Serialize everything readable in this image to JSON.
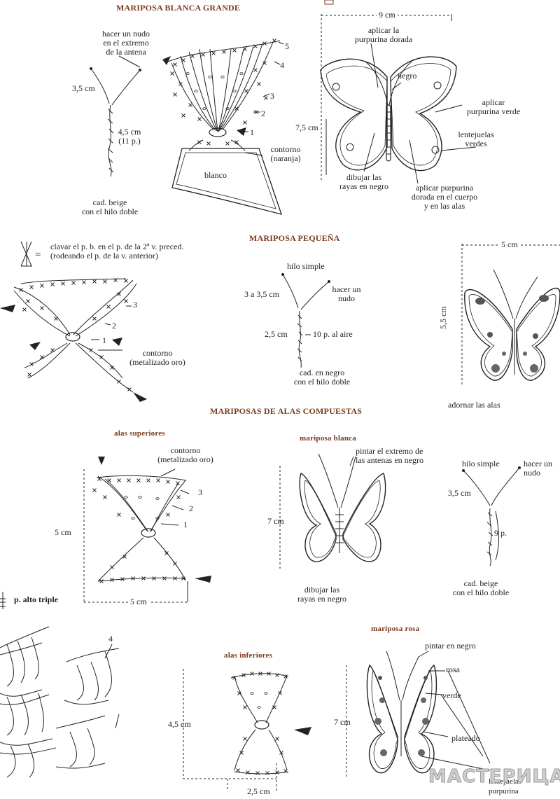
{
  "sections": {
    "grande": "MARIPOSA BLANCA GRANDE",
    "pequena": "MARIPOSA PEQUEÑA",
    "compuestas": "MARIPOSAS DE ALAS COMPUESTAS",
    "alas_superiores": "alas superiores",
    "mariposa_blanca": "mariposa blanca",
    "alas_inferiores": "alas inferiores",
    "mariposa_rosa": "mariposa rosa"
  },
  "grande": {
    "antenna_note": "hacer un nudo\nen el extremo\nde la antena",
    "antenna_len": "3,5 cm",
    "body_len": "4,5 cm\n(11 p.)",
    "chain": "cad. beige\ncon el hilo doble",
    "rows": [
      "1",
      "2",
      "3",
      "4",
      "5"
    ],
    "fill_label": "blanco",
    "outline": "contorno\n(naranja)",
    "width": "9 cm",
    "height": "7,5 cm",
    "glitter_gold": "aplicar la\npurpurina dorada",
    "black": "negro",
    "glitter_green": "aplicar\npurpurina verde",
    "sequins": "lentejuelas\nverdes",
    "stripes": "dibujar las\nrayas en negro",
    "body_glitter": "aplicar purpurina\ndorada en el cuerpo\ny en las alas"
  },
  "legend": {
    "symbol_text": "clavar el p. b. en el p. de la 2ª v. preced.\n(rodeando el p. de la v. anterior)",
    "triple": "p. alto triple"
  },
  "pequena": {
    "rows": [
      "1",
      "2",
      "3"
    ],
    "outline": "contorno\n(metalizado oro)",
    "thread": "hilo simple",
    "knot": "hacer un\nnudo",
    "antenna_len": "3 a 3,5 cm",
    "body_len": "2,5 cm",
    "chain_count": "10 p. al aire",
    "chain": "cad. en negro\ncon el hilo doble",
    "width": "5 cm",
    "height": "5,5 cm",
    "adorn": "adornar las alas"
  },
  "compuestas": {
    "sup_outline": "contorno\n(metalizado oro)",
    "sup_rows": [
      "1",
      "2",
      "3"
    ],
    "sup_height": "5 cm",
    "sup_width": "5 cm",
    "white_tip": "pintar el extremo de\nlas antenas en negro",
    "white_height": "7 cm",
    "white_stripes": "dibujar las\nrayas en negro",
    "thread": "hilo simple",
    "knot": "hacer un\nnudo",
    "antenna_len": "3,5 cm",
    "chain_count": "9 p.",
    "chain": "cad. beige\ncon el hilo doble",
    "inf_height": "4,5 cm",
    "inf_width": "2,5 cm",
    "step_num": "4",
    "rosa_paint": "pintar en negro",
    "rosa": "rosa",
    "verde": "verde",
    "plateado": "plateado",
    "rosa_height": "7 cm",
    "rosa_sequins": "lentejuelas",
    "rosa_glitter": "purpurina"
  },
  "watermark": "МАСТЕРИЦА"
}
